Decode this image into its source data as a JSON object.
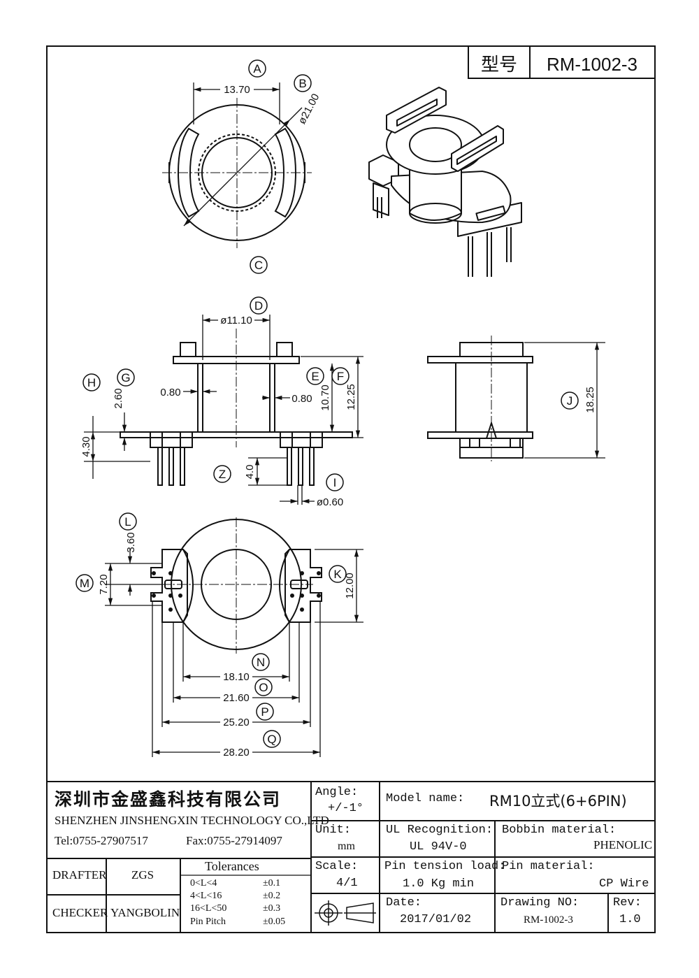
{
  "title_block": {
    "type_label": "型号",
    "type_value": "RM-1002-3"
  },
  "callouts": {
    "A": "A",
    "B": "B",
    "C": "C",
    "D": "D",
    "E": "E",
    "F": "F",
    "G": "G",
    "H": "H",
    "I": "I",
    "J": "J",
    "K": "K",
    "L": "L",
    "M": "M",
    "N": "N",
    "O": "O",
    "P": "P",
    "Q": "Q",
    "Z": "Z"
  },
  "dimensions": {
    "a_width": "13.70",
    "b_dia": "ø21.00",
    "d_dia": "ø11.10",
    "wall_left": "0.80",
    "wall_right": "0.80",
    "e_height": "10.70",
    "f_height": "12.25",
    "g_height": "2.60",
    "h_height": "4.30",
    "z_height": "4.0",
    "i_dia": "ø0.60",
    "j_height": "18.25",
    "l_pitch": "3.60",
    "m_pitch": "7.20",
    "k_height": "12.00",
    "n_width": "18.10",
    "o_width": "21.60",
    "p_width": "25.20",
    "q_width": "28.20"
  },
  "company": {
    "name_cn": "深圳市金盛鑫科技有限公司",
    "name_en": "SHENZHEN JINSHENGXIN TECHNOLOGY CO.,LTD",
    "tel": "Tel:0755-27907517",
    "fax": "Fax:0755-27914097"
  },
  "people": {
    "drafter_label": "DRAFTER",
    "drafter_value": "ZGS",
    "checker_label": "CHECKER",
    "checker_value": "YANGBOLIN"
  },
  "tolerances": {
    "heading": "Tolerances",
    "rows": [
      {
        "range": "0<L<4",
        "value": "±0.1"
      },
      {
        "range": "4<L<16",
        "value": "±0.2"
      },
      {
        "range": "16<L<50",
        "value": "±0.3"
      },
      {
        "range": "Pin Pitch",
        "value": "±0.05"
      }
    ]
  },
  "specs": {
    "angle_label": "Angle:",
    "angle_value": "+/-1°",
    "unit_label": "Unit:",
    "unit_value": "mm",
    "scale_label": "Scale:",
    "scale_value": "4/1",
    "model_label": "Model name:",
    "model_value": "RM10立式(6+6PIN)",
    "ul_label": "UL Recognition:",
    "ul_value": "UL 94V-0",
    "bobbin_label": "Bobbin material:",
    "bobbin_value": "PHENOLIC",
    "pin_tension_label": "Pin tension load:",
    "pin_tension_value": "1.0 Kg min",
    "pin_material_label": "Pin material:",
    "pin_material_value": "CP Wire",
    "date_label": "Date:",
    "date_value": "2017/01/02",
    "drawing_no_label": "Drawing NO:",
    "drawing_no_value": "RM-1002-3",
    "rev_label": "Rev:",
    "rev_value": "1.0"
  }
}
